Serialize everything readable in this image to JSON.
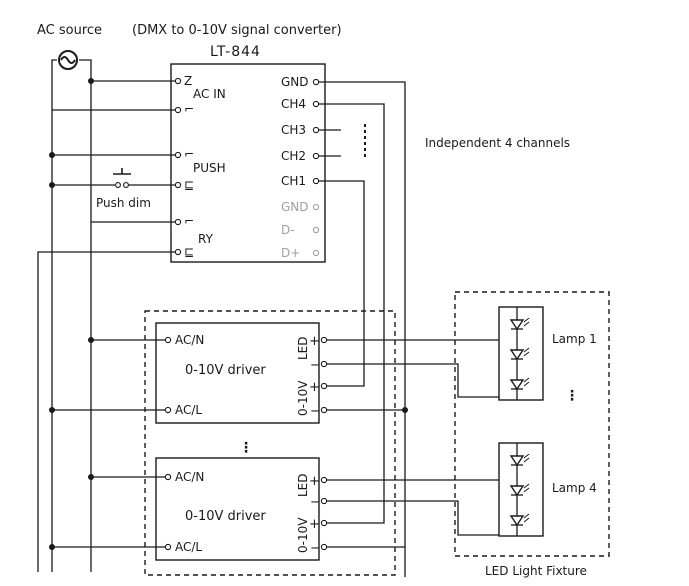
{
  "source": {
    "label": "AC source"
  },
  "converter": {
    "description": "(DMX to 0-10V signal converter)",
    "model": "LT-844",
    "left_groups": {
      "ac_in": "AC IN",
      "push": "PUSH",
      "ry": "RY"
    },
    "right_terminals": [
      "GND",
      "CH4",
      "CH3",
      "CH2",
      "CH1",
      "GND",
      "D-",
      "D+"
    ]
  },
  "push_switch": {
    "label": "Push dim"
  },
  "channels_note": "Independent 4 channels",
  "drivers": [
    {
      "name": "0-10V driver",
      "ac_n": "AC/N",
      "ac_l": "AC/L",
      "led_label": "LED",
      "dim_label": "0-10V"
    },
    {
      "name": "0-10V driver",
      "ac_n": "AC/N",
      "ac_l": "AC/L",
      "led_label": "LED",
      "dim_label": "0-10V"
    }
  ],
  "polarity": {
    "plus": "+",
    "minus": "−"
  },
  "fixture": {
    "label": "LED Light Fixture",
    "lamps": [
      "Lamp 1",
      "Lamp 4"
    ]
  }
}
